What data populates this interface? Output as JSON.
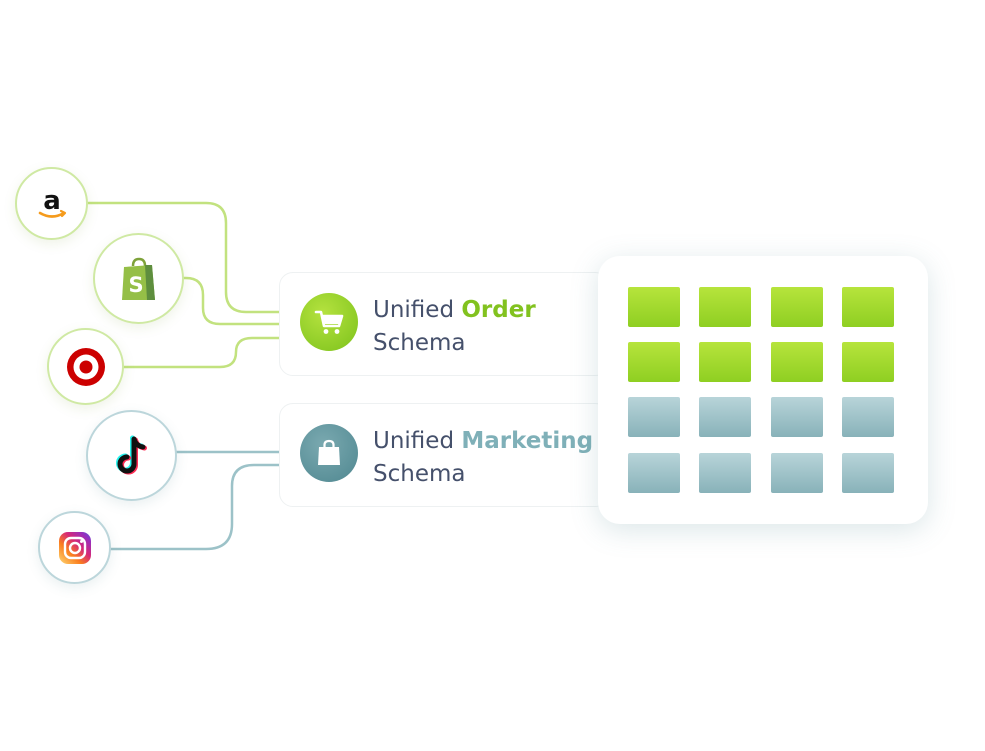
{
  "sources": [
    {
      "name": "Amazon",
      "icon": "amazon-logo-icon",
      "group": "order"
    },
    {
      "name": "Shopify",
      "icon": "shopify-bag-icon",
      "group": "order"
    },
    {
      "name": "Target",
      "icon": "target-bullseye-icon",
      "group": "order"
    },
    {
      "name": "TikTok",
      "icon": "tiktok-note-icon",
      "group": "marketing"
    },
    {
      "name": "Instagram",
      "icon": "instagram-camera-icon",
      "group": "marketing"
    }
  ],
  "schemas": {
    "order": {
      "prefix": "Unified",
      "highlight": "Order",
      "suffix": "Schema",
      "icon": "shopping-cart-icon"
    },
    "marketing": {
      "prefix": "Unified",
      "highlight": "Marketing",
      "suffix": "Schema",
      "icon": "shopping-bag-icon"
    }
  },
  "grid": {
    "rows": [
      [
        "green",
        "green",
        "green",
        "green"
      ],
      [
        "green",
        "green",
        "green",
        "green"
      ],
      [
        "teal",
        "teal",
        "teal",
        "teal"
      ],
      [
        "teal",
        "teal",
        "teal",
        "teal"
      ]
    ]
  },
  "colors": {
    "order_accent": "#82c21f",
    "marketing_accent": "#7fb0b8",
    "text": "#45506b",
    "order_line": "#b9df72",
    "marketing_line": "#8fb9c0"
  }
}
